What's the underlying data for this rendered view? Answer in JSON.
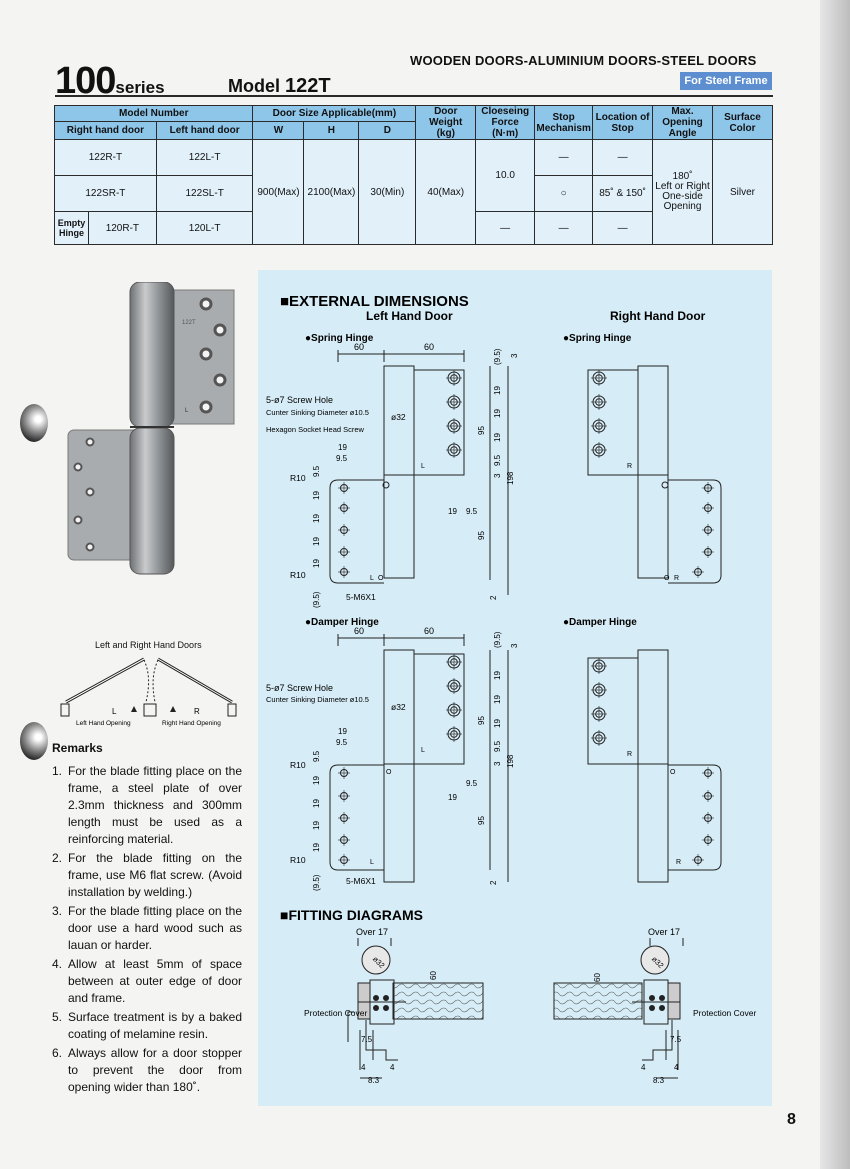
{
  "header": {
    "series_number": "100",
    "series_label": "series",
    "model_prefix": "Model",
    "model_number": "122T",
    "door_types": "WOODEN DOORS-ALUMINIUM DOORS-STEEL DOORS",
    "frame_badge": "For Steel Frame"
  },
  "table": {
    "h_model_number": "Model Number",
    "h_right_hand": "Right hand door",
    "h_left_hand": "Left hand door",
    "h_door_size": "Door Size Applicable(mm)",
    "h_w": "W",
    "h_h": "H",
    "h_d": "D",
    "h_weight": "Door Weight",
    "h_weight_unit": "(kg)",
    "h_force": "Cloeseing Force",
    "h_force_unit": "(N·m)",
    "h_stop": "Stop Mechanism",
    "h_location": "Location of Stop",
    "h_angle": "Max. Opening Angle",
    "h_color": "Surface Color",
    "rows": [
      {
        "right": "122R-T",
        "left": "122L-T",
        "stop": "—",
        "location": "—"
      },
      {
        "right": "122SR-T",
        "left": "122SL-T",
        "stop": "○",
        "location": "85˚ & 150˚"
      },
      {
        "prefix": "Empty Hinge",
        "right": "120R-T",
        "left": "120L-T",
        "force": "—",
        "stop": "—",
        "location": "—"
      }
    ],
    "w": "900(Max)",
    "h": "2100(Max)",
    "d": "30(Min)",
    "weight": "40(Max)",
    "force": "10.0",
    "angle_value": "180˚",
    "angle_desc": "Left or Right One-side Opening",
    "color": "Silver"
  },
  "photo_marks": {
    "stamp": "122T",
    "label_l": "L"
  },
  "doors": {
    "title": "Left and Right Hand Doors",
    "l": "L",
    "r": "R",
    "left_opening": "Left Hand Opening",
    "right_opening": "Right Hand Opening"
  },
  "remarks": {
    "title": "Remarks",
    "items": [
      {
        "n": "1.",
        "text": "For the blade fitting place on the frame, a steel plate of over 2.3mm thickness and 300mm length must be used as a reinforcing material."
      },
      {
        "n": "2.",
        "text": "For the blade fitting on the frame, use M6 flat screw. (Avoid installation by welding.)"
      },
      {
        "n": "3.",
        "text": "For the blade fitting place on the door use a hard wood such as lauan or harder."
      },
      {
        "n": "4.",
        "text": "Allow at least 5mm of space between at outer edge of door and frame."
      },
      {
        "n": "5.",
        "text": "Surface treatment is by a baked coating of melamine resin."
      },
      {
        "n": "6.",
        "text": "Always allow for a door stopper to prevent the door from opening wider than 180˚."
      }
    ]
  },
  "diagrams": {
    "ext_title": "■EXTERNAL DIMENSIONS",
    "left_hand_door": "Left Hand Door",
    "right_hand_door": "Right Hand Door",
    "spring_hinge": "●Spring Hinge",
    "damper_hinge": "●Damper Hinge",
    "screw_hole": "5-ø7 Screw Hole",
    "sink_dia": "Cunter Sinking Diameter ø10.5",
    "hex_screw": "Hexagon Socket Head Screw",
    "m6": "5-M6X1",
    "d60": "60",
    "d19": "19",
    "d9_5": "9.5",
    "d95": "95",
    "d198": "198",
    "d3": "3",
    "d2": "2",
    "d9_5p": "(9.5)",
    "r10": "R10",
    "o32": "ø32",
    "mark_l": "L",
    "mark_r": "R",
    "mark_o": "O",
    "fit_title": "■FITTING DIAGRAMS",
    "over17": "Over 17",
    "protection": "Protection Cover",
    "d7_5": "7.5",
    "d4": "4",
    "d8_3": "8.3"
  },
  "page_number": "8"
}
